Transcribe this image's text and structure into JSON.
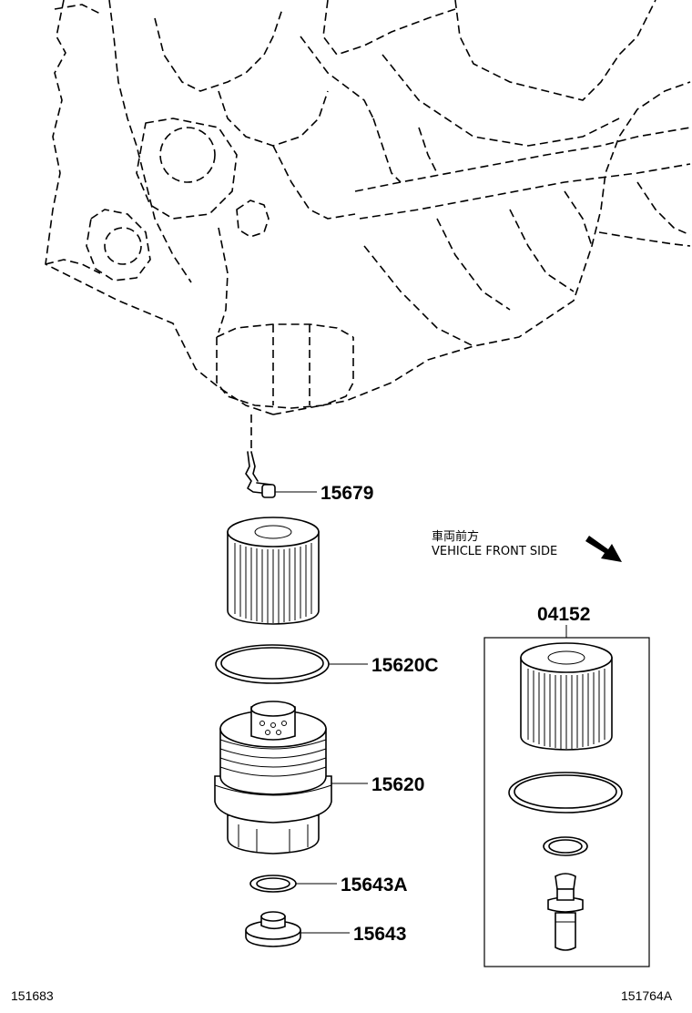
{
  "parts": {
    "oil_strainer_tool": "15679",
    "element_kit": "04152",
    "o_ring_large": "15620C",
    "filter_cap": "15620",
    "gasket": "15643A",
    "drain_plug": "15643"
  },
  "direction_note": {
    "japanese": "車両前方",
    "english": "VEHICLE FRONT SIDE"
  },
  "codes": {
    "left": "151683",
    "right": "151764A"
  }
}
